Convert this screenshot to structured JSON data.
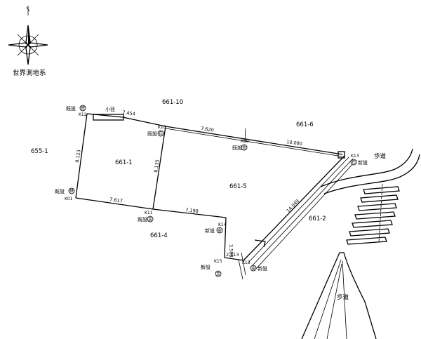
{
  "compass": {
    "label": "世界測地系"
  },
  "lots": {
    "l661_10": "661-10",
    "l661_6": "661-6",
    "l655_1": "655-1",
    "l661_1": "661-1",
    "l661_5": "661-5",
    "l661_4": "661-4",
    "l661_2": "661-2"
  },
  "small_path": "小径",
  "sidewalk": {
    "upper": "歩道",
    "lower": "歩道"
  },
  "dimensions": {
    "d1": "7.454",
    "d2": "7.620",
    "d3": "10.080",
    "d4": "8.123",
    "d5": "8.135",
    "d6": "7.617",
    "d7": "7.198",
    "d8": "14.049",
    "d9": "3.588",
    "d10": "2.513"
  },
  "points": {
    "K12": {
      "id": "K12",
      "status": "既設",
      "mark": "鉄"
    },
    "K10": {
      "id": "K10",
      "status": "既設",
      "mark": "石"
    },
    "K09": {
      "id": "K09",
      "status": "既設",
      "mark": "金"
    },
    "K13a": {
      "id": "K13",
      "status": "新設",
      "mark": "石"
    },
    "K01": {
      "id": "K01",
      "status": "既設",
      "mark": "鉄"
    },
    "K11": {
      "id": "K11",
      "status": "既設",
      "mark": "金"
    },
    "K14": {
      "id": "K14",
      "status": "新設",
      "mark": "金"
    },
    "K15": {
      "id": "K15",
      "status": "新設",
      "mark": "金"
    },
    "K13b": {
      "id": "K13",
      "status": "新設",
      "mark": "金"
    }
  }
}
